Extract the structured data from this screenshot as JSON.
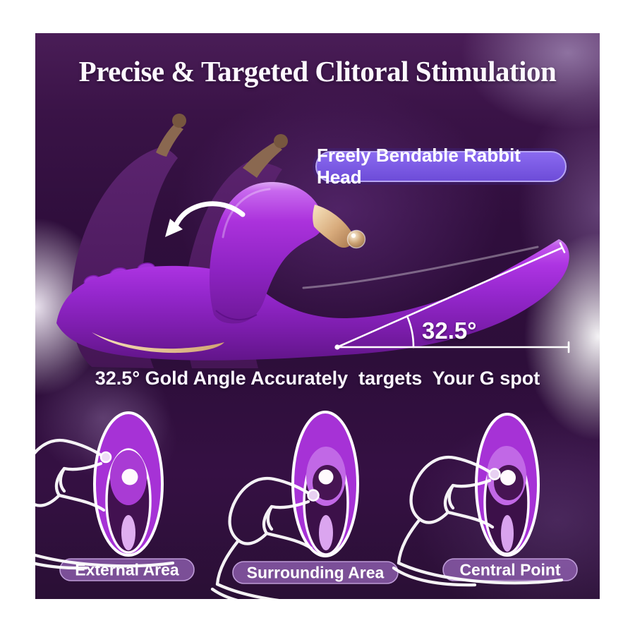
{
  "title": "Precise & Targeted Clitoral Stimulation",
  "badge": "Freely Bendable Rabbit Head",
  "angle": {
    "label": "32.5°"
  },
  "caption": "32.5° Gold Angle Accurately  targets  Your G spot",
  "diagrams": [
    {
      "label": "External Area"
    },
    {
      "label": "Surrounding Area"
    },
    {
      "label": "Central Point"
    }
  ],
  "icons": {
    "bend_arrow": "curved-arrow-counterclockwise",
    "hand": "pointing-hand-line-art",
    "measurement": "angle-measurement-lines"
  },
  "colors": {
    "background_dark_purple": "#2f0e3c",
    "product_purple": "#a42ce0",
    "ghost_arm_purple": "#4f1c60",
    "gold_tip": "#d8ab7c",
    "badge_fill": "#7a5ae5",
    "pill_fill": "#9a68bd",
    "text_white": "#ffffff"
  }
}
